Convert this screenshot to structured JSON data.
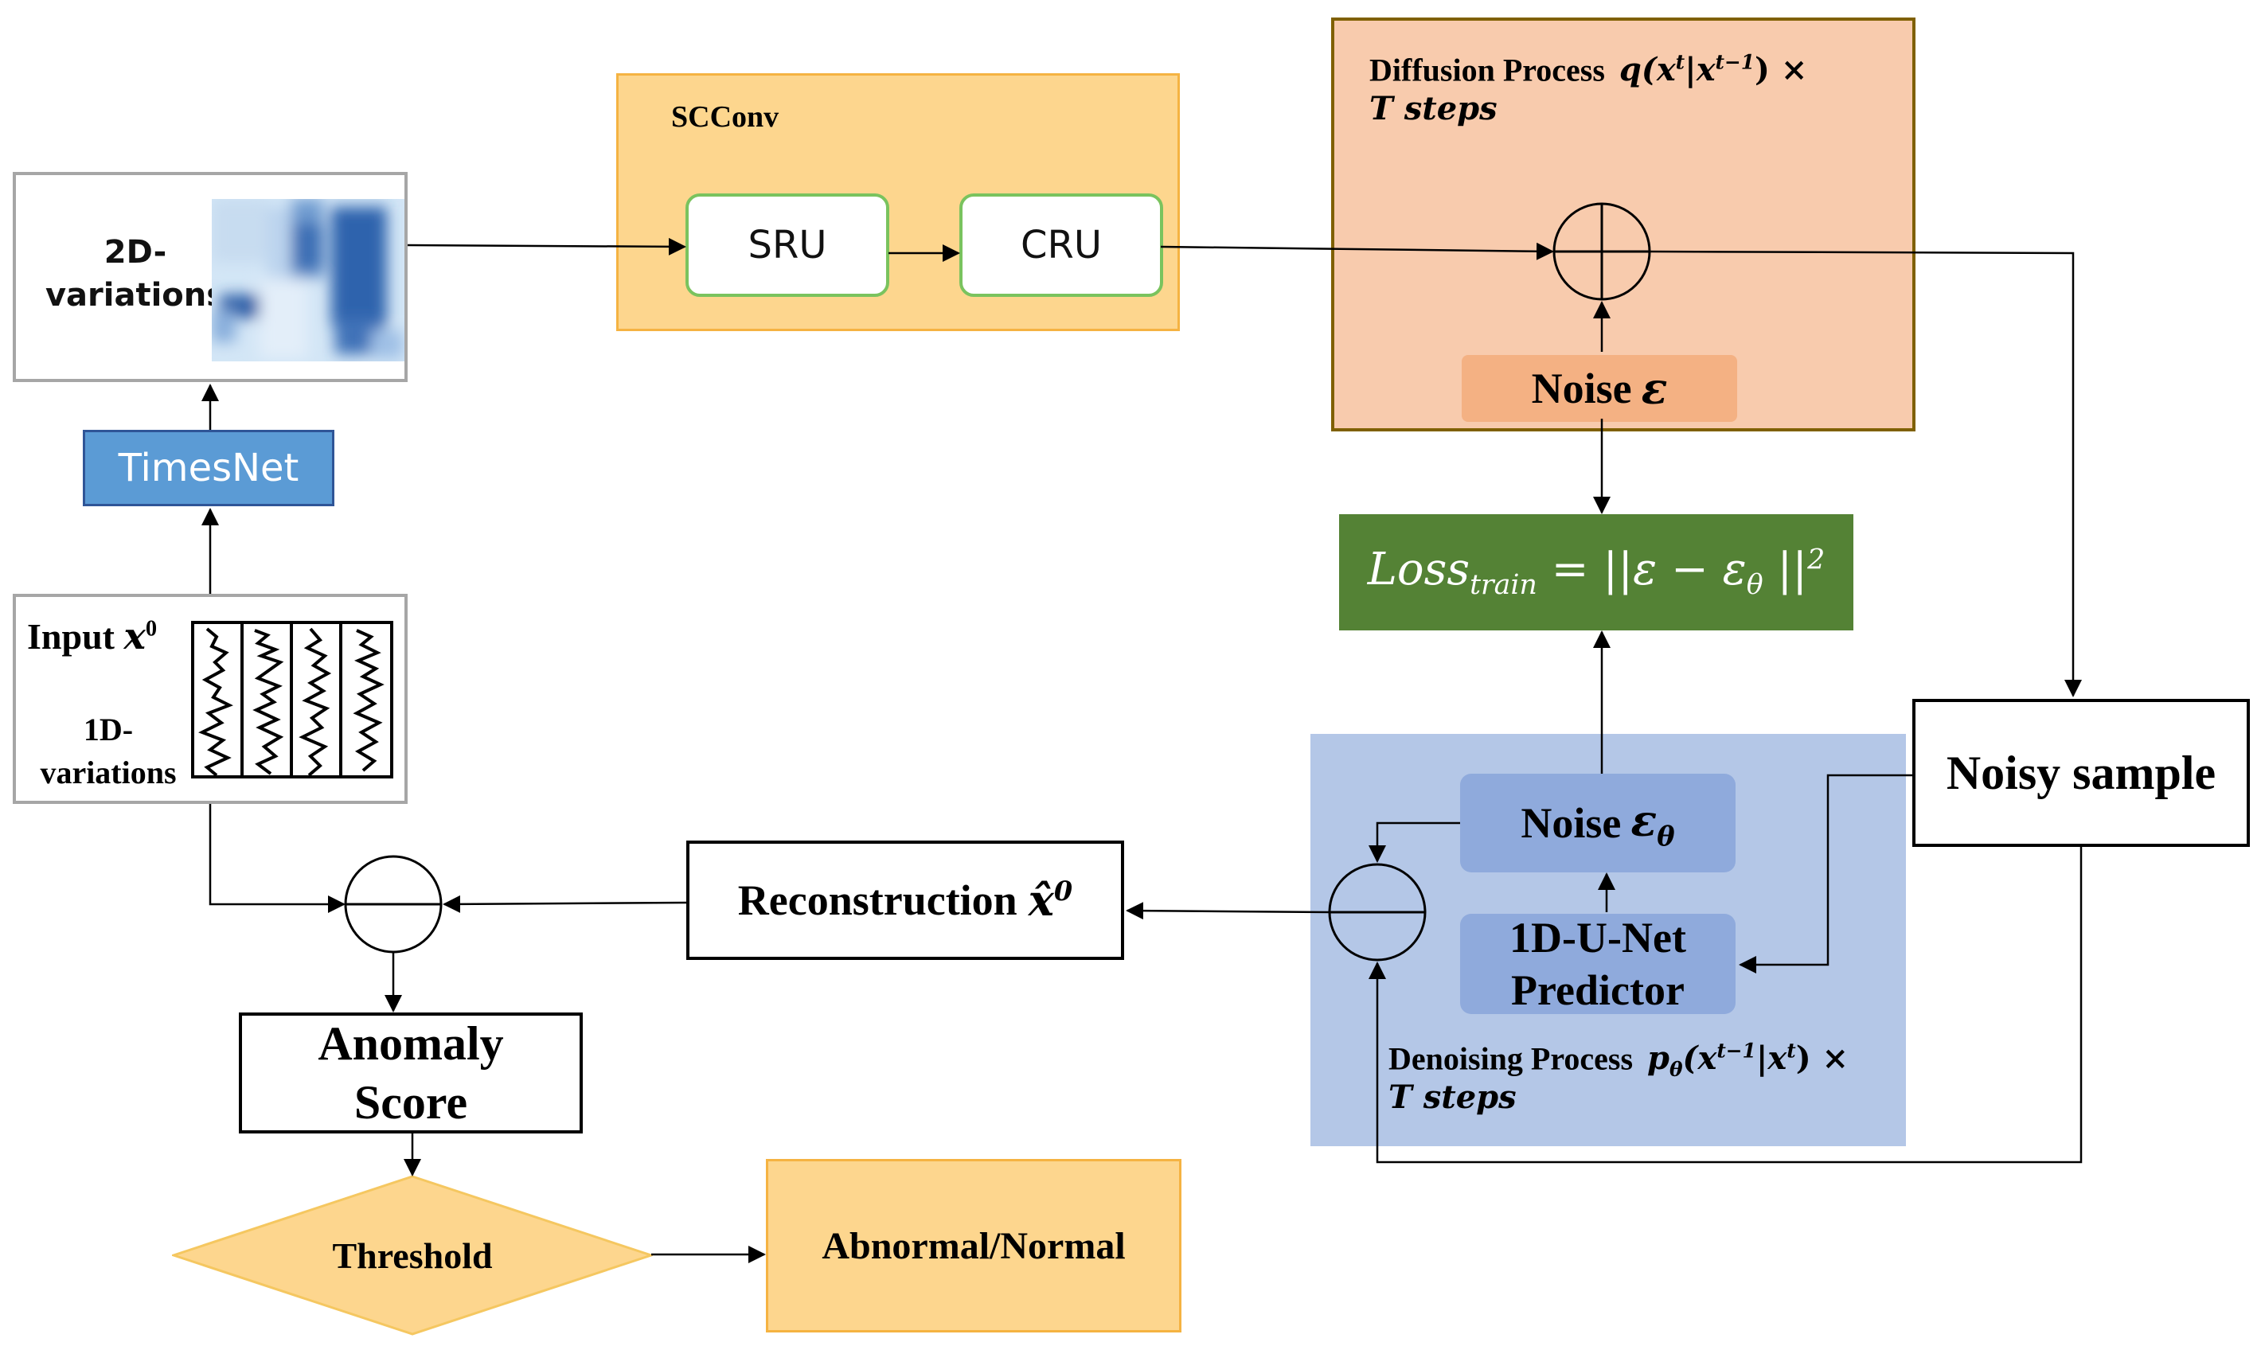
{
  "colors": {
    "scconv_bg": "#fdd68e",
    "scconv_border": "#f5b342",
    "module_border": "#7ac35e",
    "diffusion_bg": "#f8cbad",
    "diffusion_border": "#7f6000",
    "noise_bg": "#f4b183",
    "loss_bg": "#548235",
    "loss_text": "#ffffff",
    "denoise_bg": "#b4c7e7",
    "denoise_inner": "#8faadc",
    "timesnet_bg": "#5b9bd5",
    "timesnet_text": "#ffffff",
    "threshold_bg": "#fdd68e",
    "result_bg": "#fdd68e"
  },
  "variations_2d": {
    "label_line1": "2D-",
    "label_line2": "variations"
  },
  "timesnet": {
    "label": "TimesNet"
  },
  "input": {
    "label": "Input",
    "symbol": "x",
    "superscript": "0",
    "sub_line1": "1D-",
    "sub_line2": "variations"
  },
  "scconv": {
    "title": "SCConv",
    "sru": "SRU",
    "cru": "CRU"
  },
  "diffusion": {
    "title": "Diffusion Process",
    "formula": "q(x",
    "f_sup1": "t",
    "f_mid": "|x",
    "f_sup2": "t−1",
    "f_end": ") ×",
    "steps": "T steps",
    "noise_label": "Noise",
    "noise_symbol": "ε"
  },
  "loss": {
    "main": "Loss",
    "sub": "train",
    "rhs": " = ||ε − ε",
    "rhs_sub": "θ",
    "rhs_end": " ||",
    "power": "2"
  },
  "noisy_sample": {
    "label": "Noisy sample"
  },
  "denoising": {
    "noise_label": "Noise",
    "noise_symbol": "ε",
    "noise_sub": "θ",
    "unet_line1": "1D-U-Net",
    "unet_line2": "Predictor",
    "title": "Denoising Process",
    "formula": "p",
    "f_sub": "θ",
    "f_open": "(x",
    "f_sup1": "t−1",
    "f_mid": "|x",
    "f_sup2": "t",
    "f_end": ") ×",
    "steps": "T steps"
  },
  "reconstruction": {
    "label": "Reconstruction",
    "symbol": "x̂",
    "superscript": "0"
  },
  "anomaly": {
    "line1": "Anomaly",
    "line2": "Score"
  },
  "threshold": {
    "label": "Threshold"
  },
  "result": {
    "label": "Abnormal/Normal"
  }
}
